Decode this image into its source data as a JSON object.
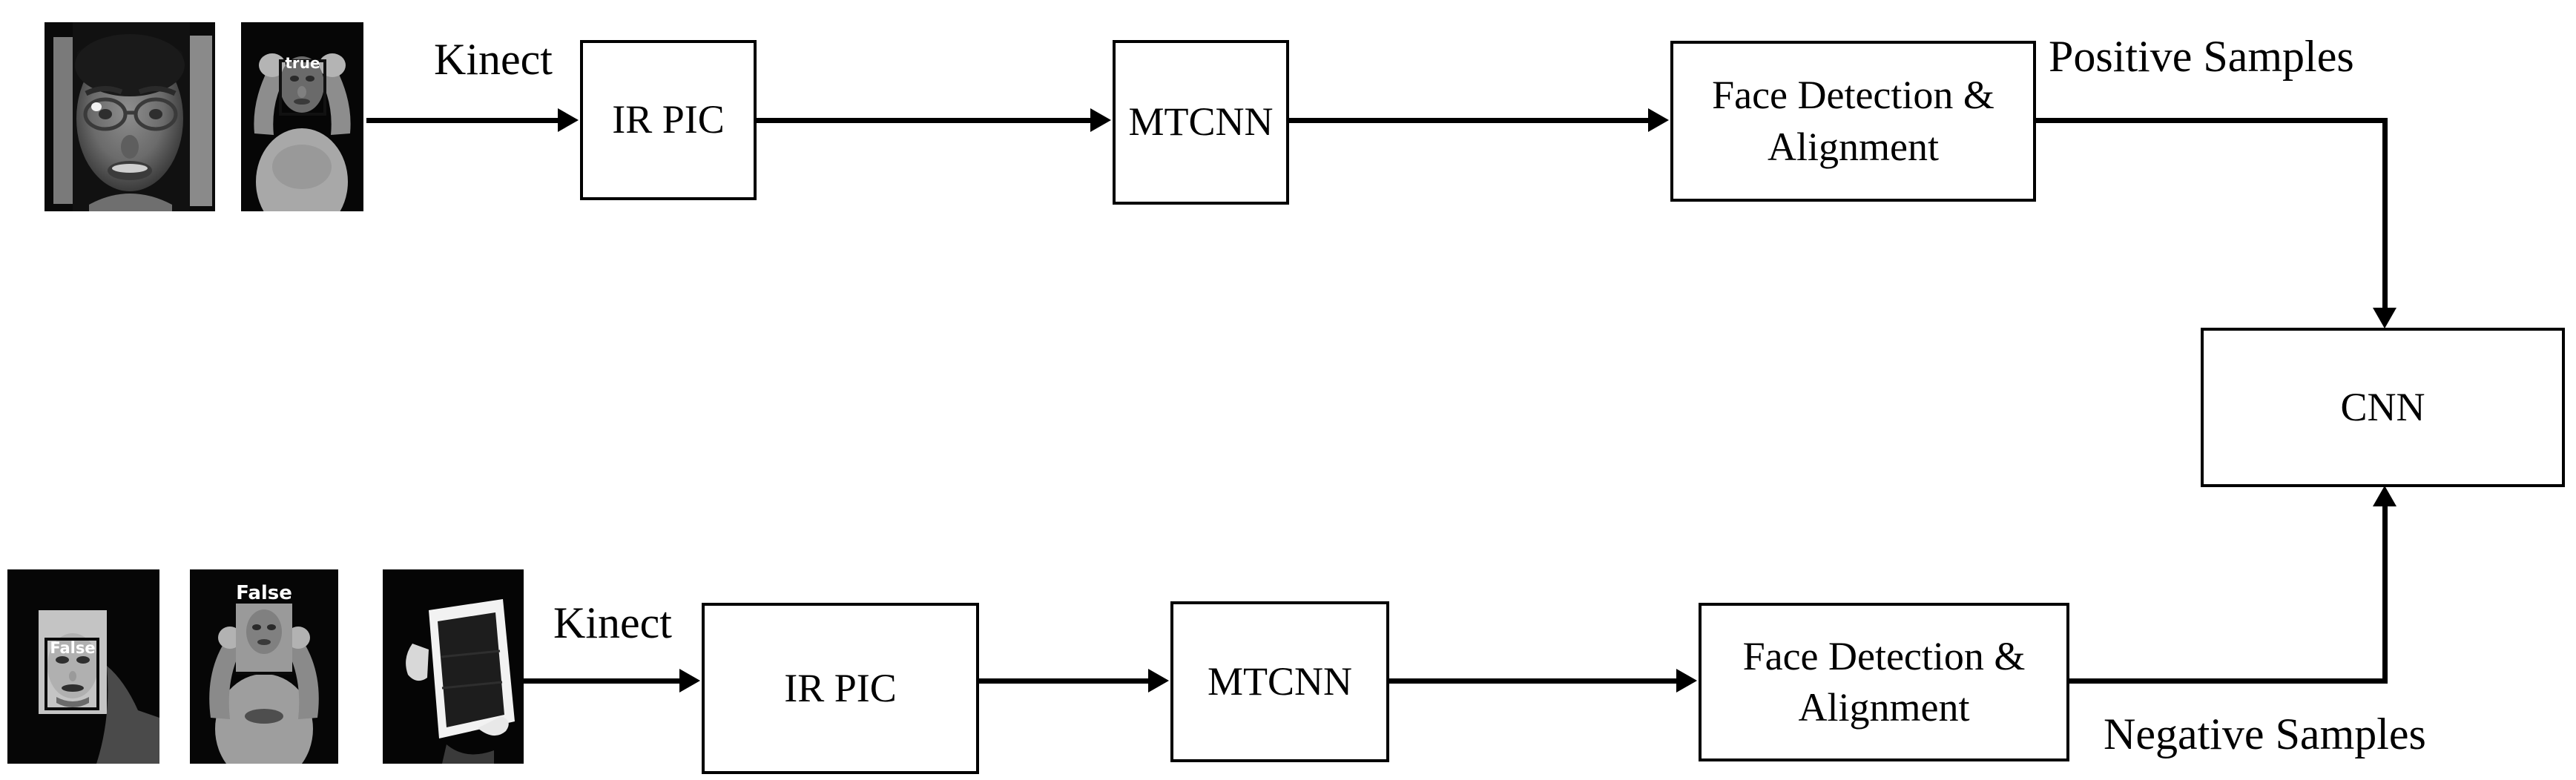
{
  "diagram": {
    "title_present": false,
    "ink_color": "#000000",
    "background_color": "#ffffff"
  },
  "top_pipeline": {
    "samples_kind": "positive",
    "thumbnails": [
      {
        "name": "ir-face-closeup",
        "overlay_text": "",
        "has_bbox": false
      },
      {
        "name": "ir-person-holding-phone-true",
        "overlay_text": "true",
        "has_bbox": true
      }
    ],
    "capture_label": "Kinect",
    "stages": [
      {
        "label": "IR PIC"
      },
      {
        "label": "MTCNN"
      },
      {
        "label": "Face Detection &\nAlignment",
        "line1": "Face Detection &",
        "line2": "Alignment"
      }
    ],
    "output_label": "Positive Samples"
  },
  "bottom_pipeline": {
    "samples_kind": "negative",
    "thumbnails": [
      {
        "name": "ir-photo-print-false",
        "overlay_text": "False",
        "has_bbox": true
      },
      {
        "name": "ir-person-holding-photo-false",
        "overlay_text": "False",
        "has_bbox": true
      },
      {
        "name": "ir-tablet-screen-attack",
        "overlay_text": "",
        "has_bbox": false
      }
    ],
    "capture_label": "Kinect",
    "stages": [
      {
        "label": "IR PIC"
      },
      {
        "label": "MTCNN"
      },
      {
        "label": "Face Detection &\nAlignment",
        "line1": "Face Detection &",
        "line2": "Alignment"
      }
    ],
    "output_label": "Negative Samples"
  },
  "classifier": {
    "label": "CNN"
  }
}
